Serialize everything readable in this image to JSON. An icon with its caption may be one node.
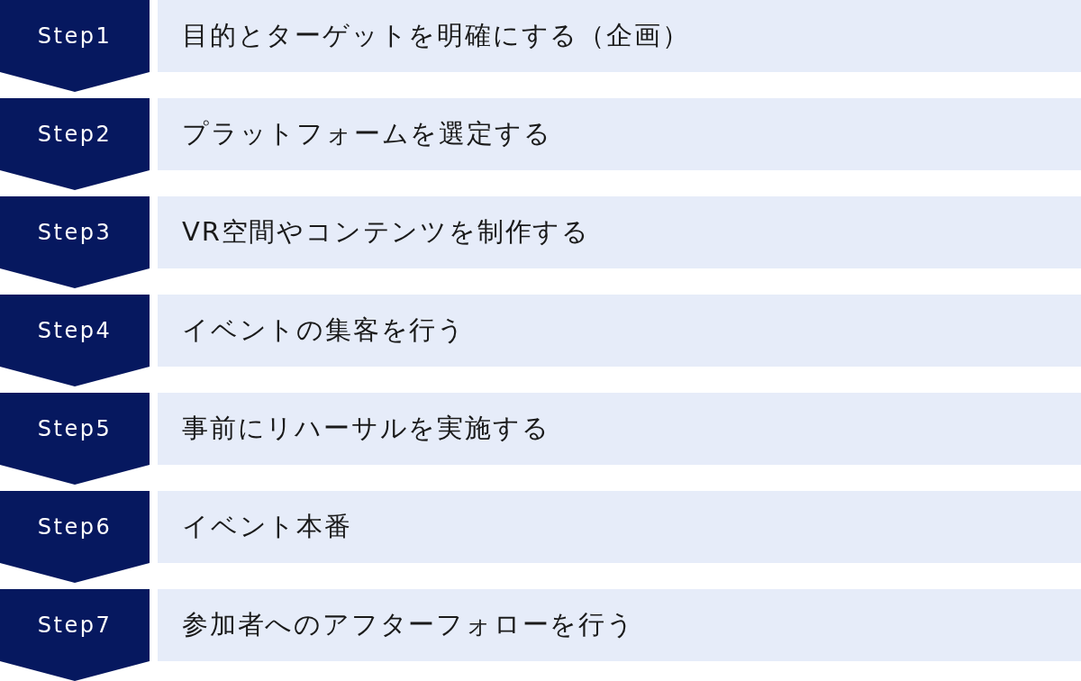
{
  "diagram": {
    "nodes": [
      {
        "text": [
          "Step1"
        ]
      },
      {
        "text": [
          "目的とターゲットを明確にする（企画）"
        ]
      },
      {
        "text": [
          "Step2"
        ]
      },
      {
        "text": [
          "プラットフォームを選定する"
        ]
      },
      {
        "text": [
          "Step3"
        ]
      },
      {
        "text": [
          "VR空間やコンテンツを制作する"
        ]
      },
      {
        "text": [
          "Step4"
        ]
      },
      {
        "text": [
          "イベントの集客を行う"
        ]
      },
      {
        "text": [
          "Step5"
        ]
      },
      {
        "text": [
          "事前にリハーサルを実施する"
        ]
      },
      {
        "text": [
          "Step6"
        ]
      },
      {
        "text": [
          "イベント本番"
        ]
      },
      {
        "text": [
          "Step7"
        ]
      },
      {
        "text": [
          "参加者へのアフターフォローを行う"
        ]
      }
    ]
  }
}
